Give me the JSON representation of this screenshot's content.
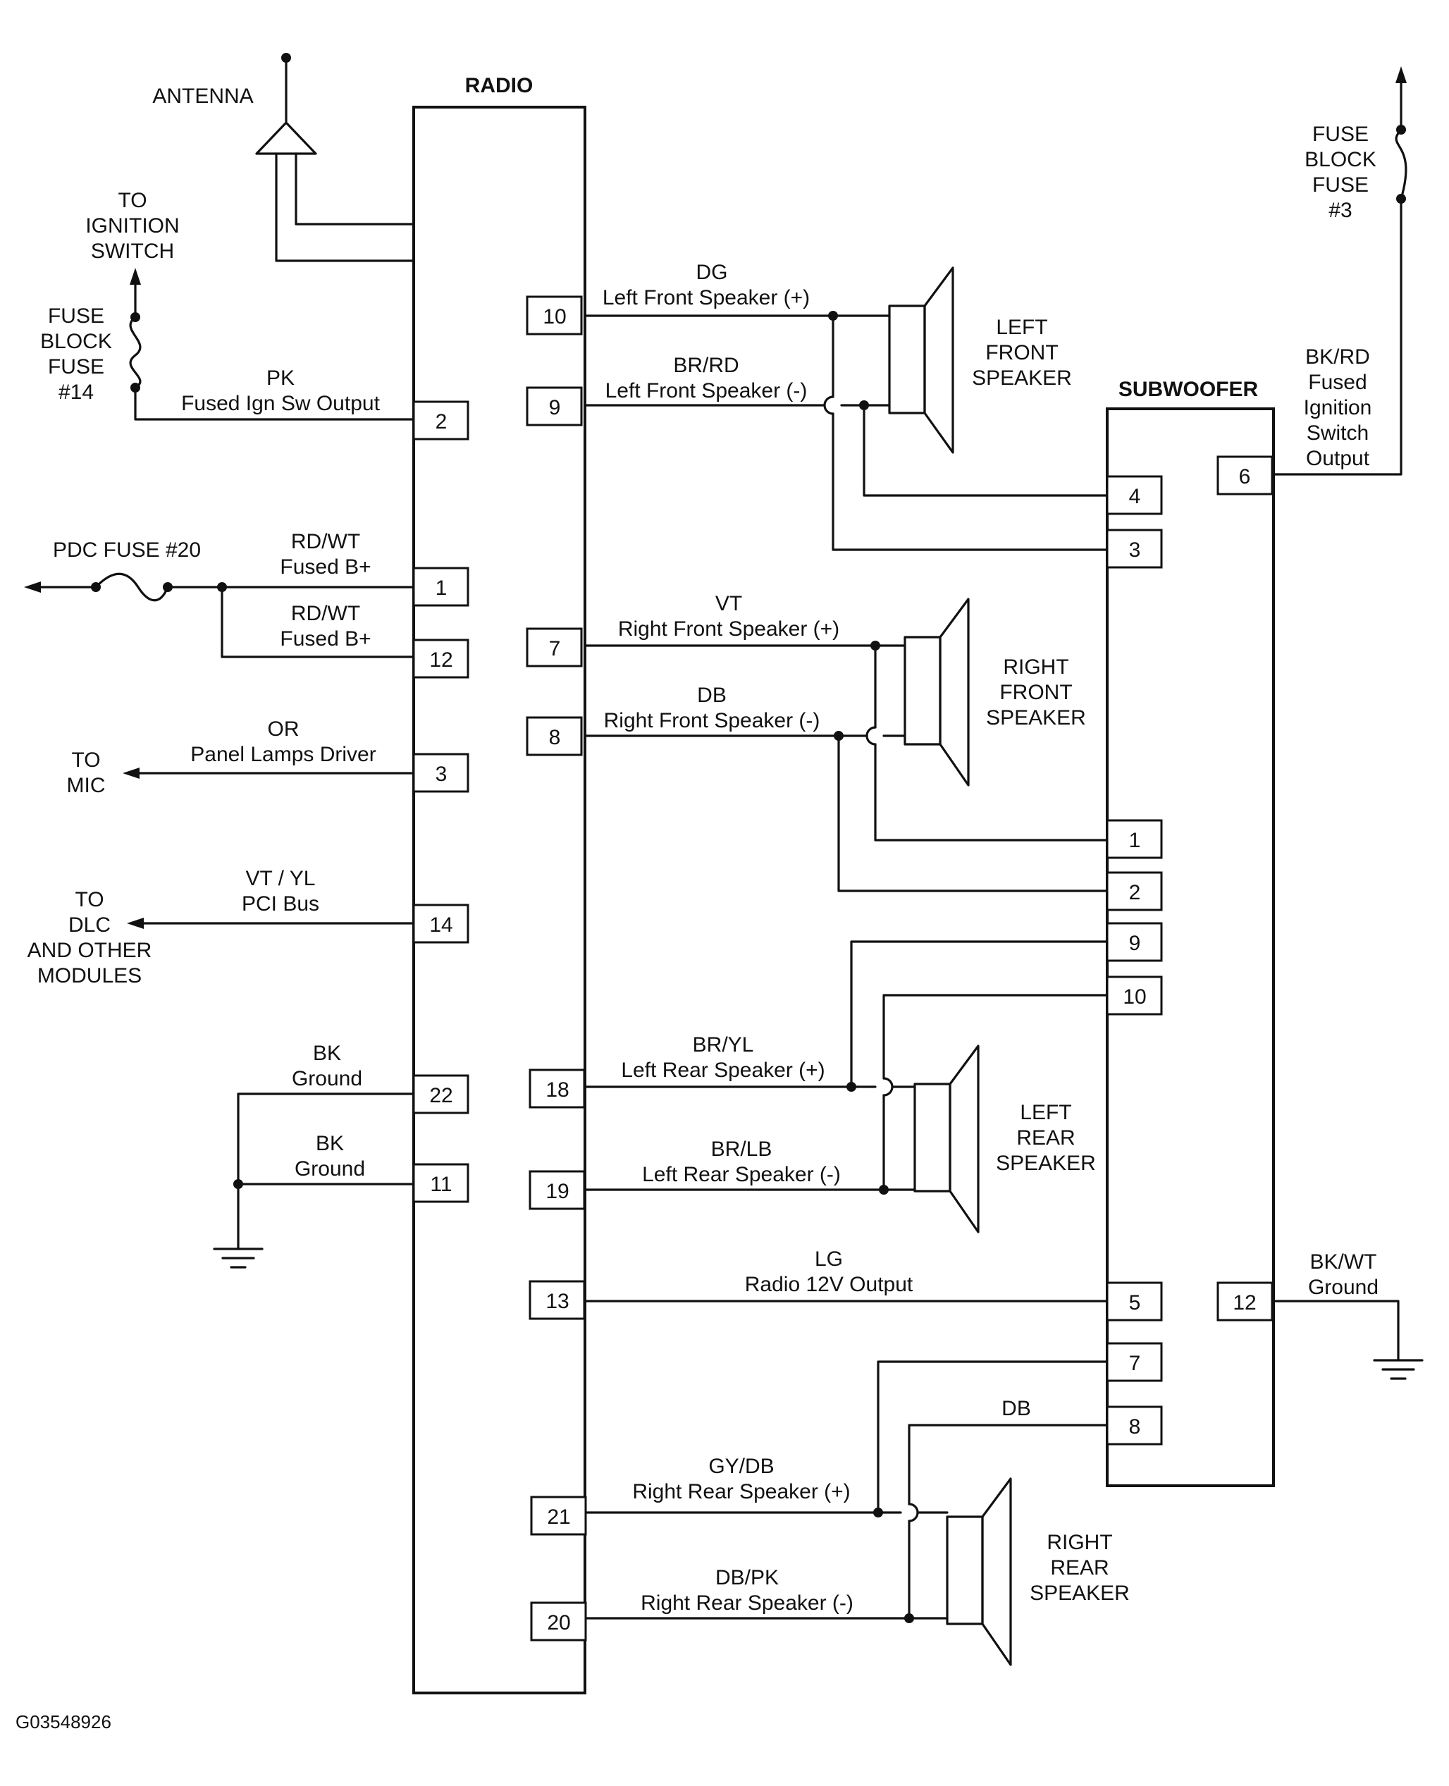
{
  "titles": {
    "radio": "RADIO",
    "subwoofer": "SUBWOOFER"
  },
  "antenna": {
    "label": "ANTENNA"
  },
  "ignition": {
    "line1": "TO",
    "line2": "IGNITION",
    "line3": "SWITCH"
  },
  "fuse14": {
    "line1": "FUSE",
    "line2": "BLOCK",
    "line3": "FUSE",
    "line4": "#14"
  },
  "fuse3": {
    "line1": "FUSE",
    "line2": "BLOCK",
    "line3": "FUSE",
    "line4": "#3"
  },
  "pdc": {
    "label": "PDC FUSE #20"
  },
  "mic": {
    "line1": "TO",
    "line2": "MIC"
  },
  "dlc": {
    "line1": "TO",
    "line2": "DLC",
    "line3": "AND OTHER",
    "line4": "MODULES"
  },
  "radio_left": [
    {
      "pin": "2",
      "color": "PK",
      "desc": "Fused Ign Sw Output"
    },
    {
      "pin": "1",
      "color": "RD/WT",
      "desc": "Fused B+"
    },
    {
      "pin": "12",
      "color": "RD/WT",
      "desc": "Fused B+"
    },
    {
      "pin": "3",
      "color": "OR",
      "desc": "Panel Lamps Driver"
    },
    {
      "pin": "14",
      "color": "VT / YL",
      "desc": "PCI Bus"
    },
    {
      "pin": "22",
      "color": "BK",
      "desc": "Ground"
    },
    {
      "pin": "11",
      "color": "BK",
      "desc": "Ground"
    }
  ],
  "radio_right": [
    {
      "pin": "10",
      "color": "DG",
      "desc": "Left Front Speaker (+)"
    },
    {
      "pin": "9",
      "color": "BR/RD",
      "desc": "Left Front Speaker (-)"
    },
    {
      "pin": "7",
      "color": "VT",
      "desc": "Right Front Speaker (+)"
    },
    {
      "pin": "8",
      "color": "DB",
      "desc": "Right Front Speaker (-)"
    },
    {
      "pin": "18",
      "color": "BR/YL",
      "desc": "Left Rear Speaker (+)"
    },
    {
      "pin": "19",
      "color": "BR/LB",
      "desc": "Left Rear Speaker (-)"
    },
    {
      "pin": "13",
      "color": "LG",
      "desc": "Radio 12V Output"
    },
    {
      "pin": "21",
      "color": "GY/DB",
      "desc": "Right Rear Speaker (+)"
    },
    {
      "pin": "20",
      "color": "DB/PK",
      "desc": "Right Rear Speaker (-)"
    }
  ],
  "sub_left_pins": [
    "4",
    "3",
    "1",
    "2",
    "9",
    "10",
    "5",
    "7",
    "8"
  ],
  "sub_wire_db": "DB",
  "sub_right": [
    {
      "pin": "6",
      "line1": "BK/RD",
      "line2": "Fused",
      "line3": "Ignition",
      "line4": "Switch",
      "line5": "Output"
    },
    {
      "pin": "12",
      "line1": "BK/WT",
      "line2": "Ground"
    }
  ],
  "speakers": {
    "lf": {
      "line1": "LEFT",
      "line2": "FRONT",
      "line3": "SPEAKER"
    },
    "rf": {
      "line1": "RIGHT",
      "line2": "FRONT",
      "line3": "SPEAKER"
    },
    "lr": {
      "line1": "LEFT",
      "line2": "REAR",
      "line3": "SPEAKER"
    },
    "rr": {
      "line1": "RIGHT",
      "line2": "REAR",
      "line3": "SPEAKER"
    }
  },
  "figure_code": "G03548926"
}
